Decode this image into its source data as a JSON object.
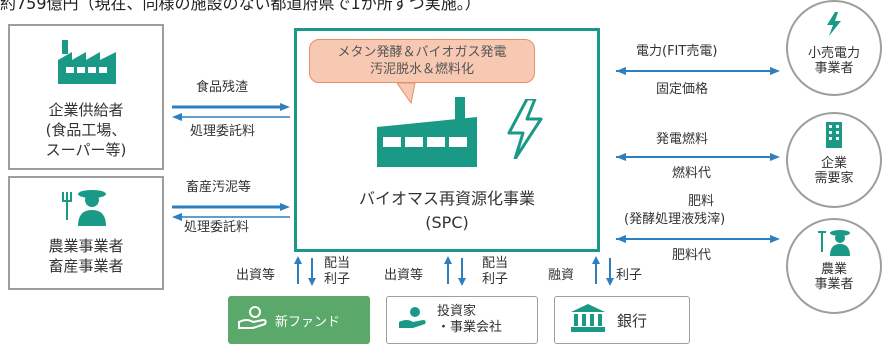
{
  "top_text": "約759億円（現在、同様の施設のない都道府県で1か所ずつ実施。）",
  "left": {
    "supplier_line1": "企業供給者",
    "supplier_line2": "(食品工場、",
    "supplier_line3": "スーパー等)",
    "farmer_line1": "農業事業者",
    "farmer_line2": "畜産事業者"
  },
  "left_flows": {
    "food_waste": "食品残渣",
    "fee1": "処理委託料",
    "manure": "畜産汚泥等",
    "fee2": "処理委託料"
  },
  "center": {
    "bubble_line1": "メタン発酵＆バイオガス発電",
    "bubble_line2": "汚泥脱水＆燃料化",
    "title_line1": "バイオマス再資源化事業",
    "title_line2": "(SPC)"
  },
  "right_flows": {
    "power": "電力(FIT売電)",
    "fixed_price": "固定価格",
    "fuel": "発電燃料",
    "fuel_fee": "燃料代",
    "fert_line1": "肥料",
    "fert_line2": "(発酵処理液残滓)",
    "fert_fee": "肥料代"
  },
  "right": {
    "retailer_line1": "小売電力",
    "retailer_line2": "事業者",
    "corp_line1": "企業",
    "corp_line2": "需要家",
    "farm_line1": "農業",
    "farm_line2": "事業者"
  },
  "bottom": {
    "inv_label": "出資等",
    "div_label1": "配当",
    "div_label2": "利子",
    "inv_label2": "出資等",
    "div2_label1": "配当",
    "div2_label2": "利子",
    "loan_label": "融資",
    "interest_label": "利子",
    "fund": "新ファンド",
    "investor_line1": "投資家",
    "investor_line2": "・事業会社",
    "bank": "銀行"
  },
  "colors": {
    "teal": "#1a9a86",
    "gray": "#9e9e9e",
    "arrow_blue": "#2d7fc0",
    "fund_green": "#5aa86a"
  }
}
